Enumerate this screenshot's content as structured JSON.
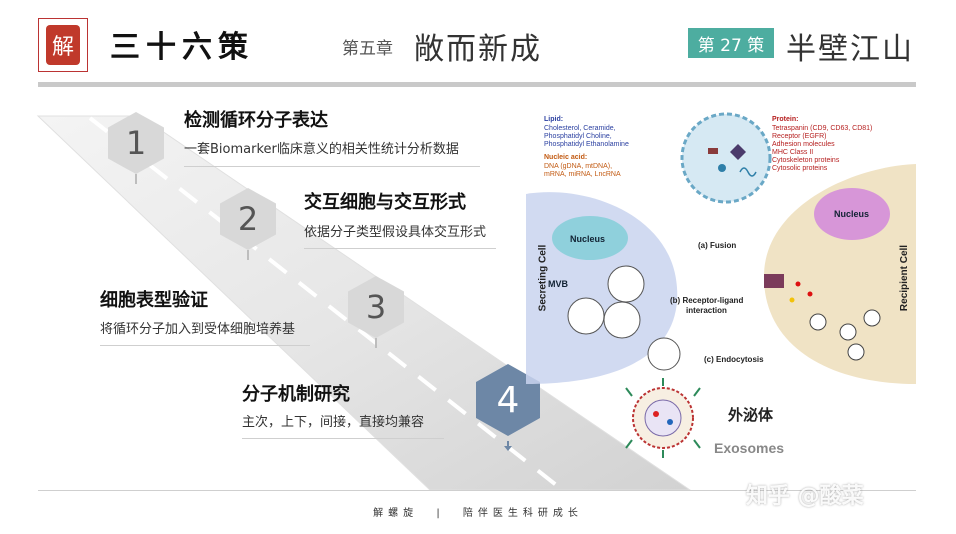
{
  "header": {
    "logo_char": "解",
    "brand": "三十六策",
    "chapter_label": "第五章",
    "chapter_title": "敞而新成",
    "strategy_badge": "第 27 策",
    "strategy_title": "半壁江山"
  },
  "steps": [
    {
      "number": "1",
      "title": "检测循环分子表达",
      "desc": "一套Biomarker临床意义的相关性统计分析数据"
    },
    {
      "number": "2",
      "title": "交互细胞与交互形式",
      "desc": "依据分子类型假设具体交互形式"
    },
    {
      "number": "3",
      "title": "细胞表型验证",
      "desc": "将循环分子加入到受体细胞培养基"
    },
    {
      "number": "4",
      "title": "分子机制研究",
      "desc": "主次，上下，间接，直接均兼容"
    }
  ],
  "figure": {
    "lipid_label": "Lipid:",
    "lipid_items": [
      "Cholesterol, Ceramide,",
      "Phosphatidyl Choline,",
      "Phosphatidyl Ethanolamine"
    ],
    "nucleic_label": "Nucleic acid:",
    "nucleic_items": [
      "DNA (gDNA, mtDNA),",
      "mRNA, miRNA, LncRNA"
    ],
    "protein_label": "Protein:",
    "protein_items": [
      "Tetraspanin (CD9, CD63, CD81)",
      "Receptor (EGFR)",
      "Adhesion molecules",
      "MHC Class II",
      "Cytoskeleton proteins",
      "Cytosolic proteins"
    ],
    "nucleus_left": "Nucleus",
    "nucleus_right": "Nucleus",
    "mvb": "MVB",
    "secreting_cell": "Secreting Cell",
    "recipient_cell": "Recipient Cell",
    "fusion": "(a)  Fusion",
    "receptor_ligand_1": "(b)  Receptor-ligand",
    "receptor_ligand_2": "interaction",
    "endocytosis": "(c)  Endocytosis",
    "exosome_cn": "外泌体",
    "exosome_en": "Exosomes"
  },
  "footer": {
    "left": "解螺旋",
    "separator": "|",
    "right": "陪伴医生科研成长"
  },
  "watermark": "知乎 @酸菜",
  "colors": {
    "accent": "#4dada0",
    "active_step": "#6d87a6",
    "inactive_step": "#d8d8d8",
    "seal": "#c0392b"
  }
}
